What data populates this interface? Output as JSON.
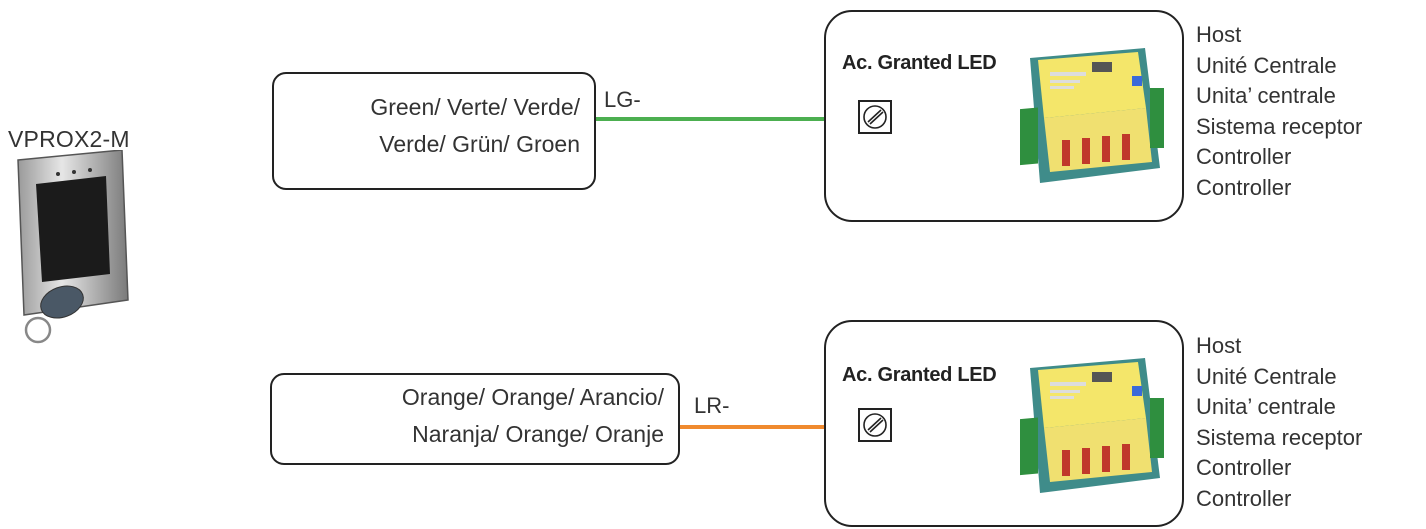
{
  "device": {
    "name": "VPROX2-M",
    "icon": "proximity-reader-icon"
  },
  "connections": [
    {
      "color_lines": [
        "Green/ Verte/ Verde/",
        "Verde/ Grün/ Groen"
      ],
      "wire_label": "LG-",
      "wire_color": "#4caf50",
      "led_title": "Ac. Granted LED",
      "host_names": [
        "Host",
        "Unité Centrale",
        "Unita’ centrale",
        "Sistema receptor",
        "Controller",
        "Controller"
      ]
    },
    {
      "color_lines": [
        "Orange/ Orange/ Arancio/",
        "Naranja/ Orange/ Oranje"
      ],
      "wire_label": "LR-",
      "wire_color": "#f08a2e",
      "led_title": "Ac. Granted LED",
      "host_names": [
        "Host",
        "Unité Centrale",
        "Unita’ centrale",
        "Sistema receptor",
        "Controller",
        "Controller"
      ]
    }
  ]
}
